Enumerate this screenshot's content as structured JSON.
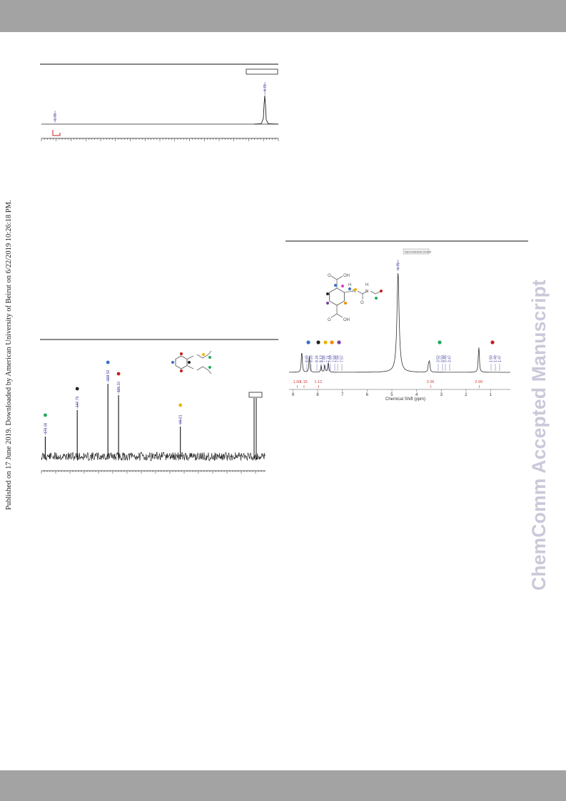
{
  "publication_note": "Published on 17 June 2019. Downloaded by American University of Beirut on 6/22/2019 10:26:18 PM.",
  "watermark": "ChemComm Accepted Manuscript",
  "spectrum_top": {
    "peaks": [
      {
        "label": "6.78",
        "ppm": 6.78
      },
      {
        "label": "4.75",
        "ppm": 4.75
      }
    ]
  },
  "spectrum_c13": {
    "peaks": [
      {
        "label": "173.06",
        "ppm": 173.06,
        "dot": "#1faa5a"
      },
      {
        "label": "147.79",
        "ppm": 147.79,
        "dot": "#222222"
      },
      {
        "label": "123.52",
        "ppm": 123.52,
        "dot": "#3a6fc4"
      },
      {
        "label": "115.10",
        "ppm": 115.1,
        "dot": "#c41e1e"
      },
      {
        "label": "66.21",
        "ppm": 66.21,
        "dot": "#f0b400"
      }
    ]
  },
  "spectrum_h1": {
    "solvent_label": "DEUTERIUM OXIDE",
    "x_ticks": [
      "9",
      "8",
      "7",
      "6",
      "5",
      "4",
      "3",
      "2",
      "1"
    ],
    "x_axis_label": "Chemical Shift (ppm)",
    "solvent_peak": {
      "label": "4.75",
      "ppm": 4.75
    },
    "atom_labels": {
      "oh1": "OH",
      "oh2": "OH",
      "o1": "O",
      "o2": "O",
      "n1": "N",
      "n2": "N",
      "h1": "H",
      "h2": "H"
    },
    "peak_groups": [
      {
        "labels": [
          "8.65",
          "8.33"
        ],
        "dot": "#3a6fc4"
      },
      {
        "labels": [
          "8.34",
          "8.13"
        ],
        "dot": "#222222"
      },
      {
        "labels": [
          "7.86",
          "7.71"
        ],
        "dot": "#f0b400"
      },
      {
        "labels": [
          "7.89",
          "7.58"
        ],
        "dot": "#f08c00"
      },
      {
        "labels": [
          "7.56",
          "7.57"
        ],
        "dot": "#7b3fa0"
      },
      {
        "labels": [
          "3.52",
          "3.50"
        ],
        "dot": "#1faa5a"
      },
      {
        "labels": [
          "3.49",
          "3.47"
        ],
        "dot": ""
      },
      {
        "labels": [
          "1.50",
          "1.48",
          "1.47"
        ],
        "dot": "#c41e1e"
      }
    ],
    "integrals": [
      {
        "label": "1.00",
        "ppm": 8.82
      },
      {
        "label": "1.15",
        "ppm": 8.55
      },
      {
        "label": "1.12",
        "ppm": 7.96
      },
      {
        "label": "2.05",
        "ppm": 3.42
      },
      {
        "label": "2.99",
        "ppm": 1.47
      }
    ]
  }
}
